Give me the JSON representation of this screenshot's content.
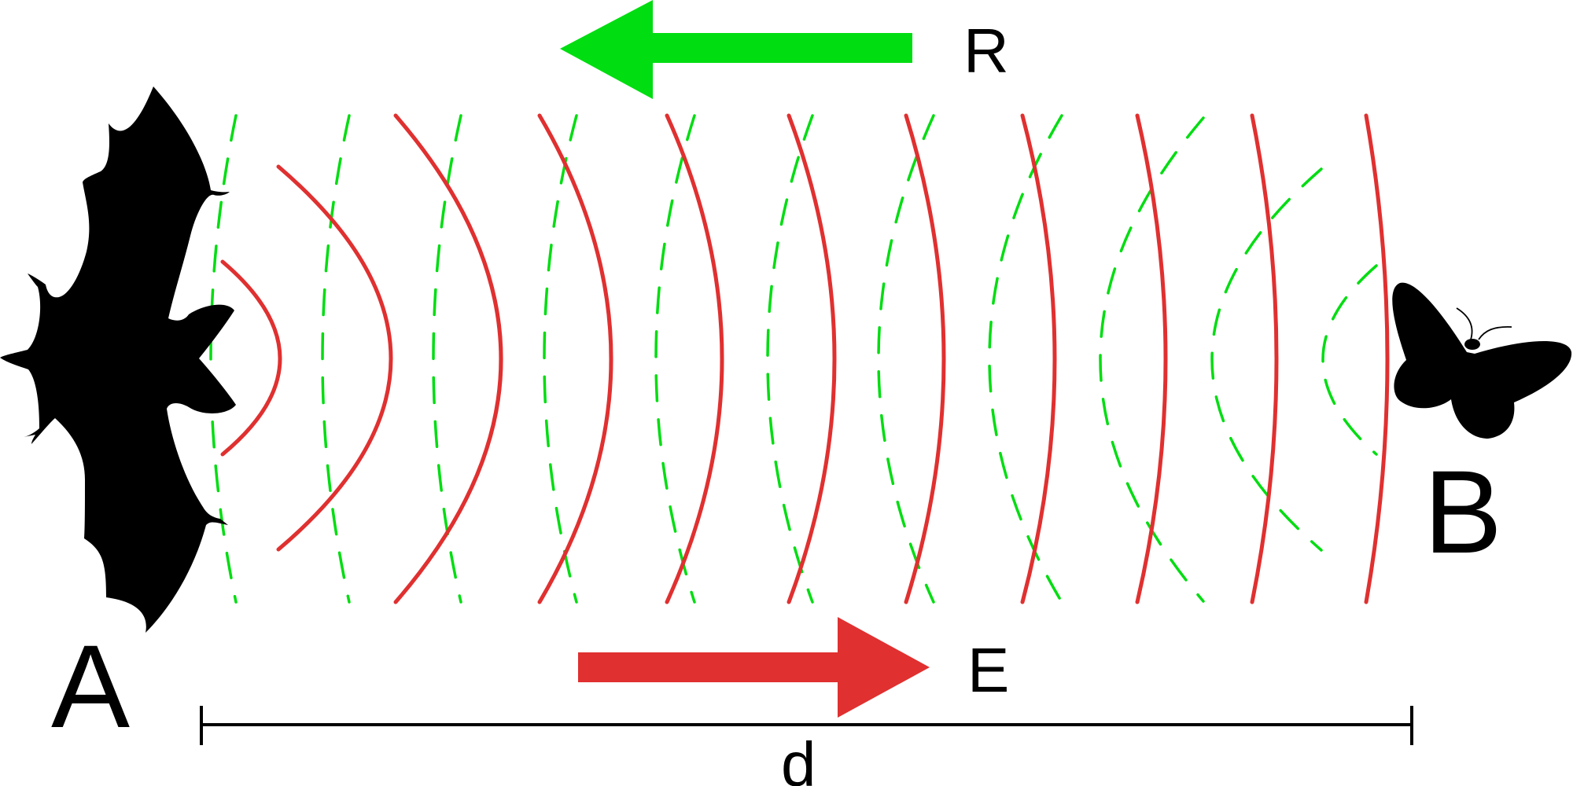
{
  "labels": {
    "source": "A",
    "target": "B",
    "return_arrow": "R",
    "emitted_arrow": "E",
    "distance": "d"
  },
  "colors": {
    "emitted": "#e03030",
    "returned": "#00dd11",
    "silhouette": "#000000",
    "line": "#000000"
  },
  "icons": {
    "source": "bat-icon",
    "target": "moth-icon"
  }
}
